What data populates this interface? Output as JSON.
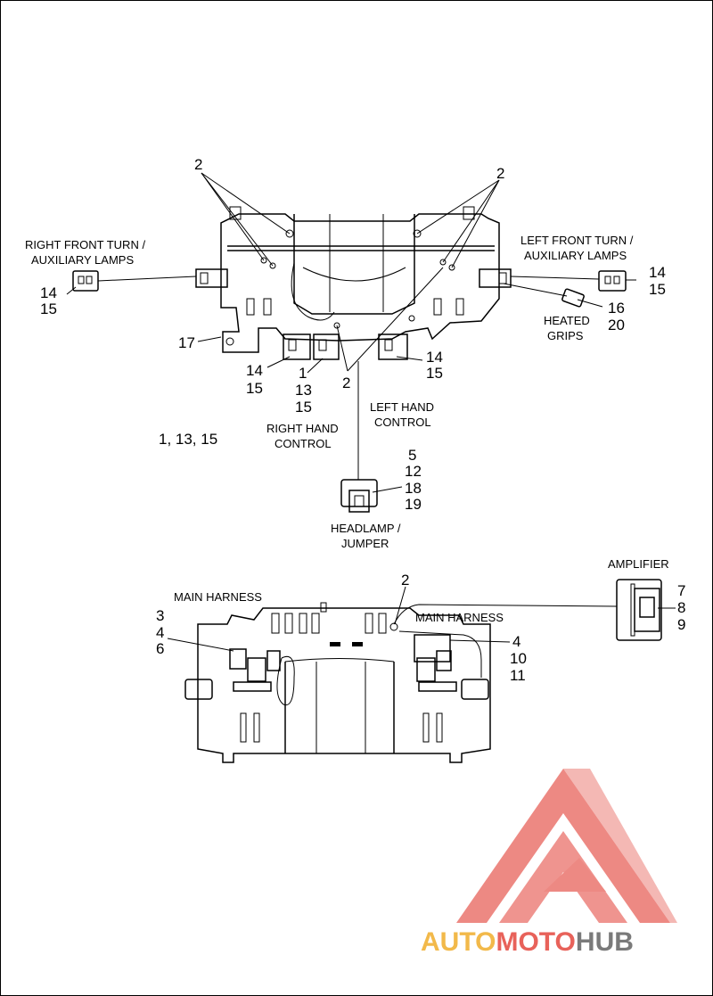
{
  "labels": {
    "right_front_turn": "RIGHT FRONT TURN /",
    "auxiliary_lamps_r": "AUXILIARY LAMPS",
    "left_front_turn": "LEFT FRONT TURN /",
    "auxiliary_lamps_l": "AUXILIARY LAMPS",
    "heated": "HEATED",
    "grips": "GRIPS",
    "left_hand": "LEFT HAND",
    "control_l": "CONTROL",
    "right_hand": "RIGHT HAND",
    "control_r": "CONTROL",
    "headlamp": "HEADLAMP /",
    "jumper": "JUMPER",
    "amplifier": "AMPLIFIER",
    "main_harness_1": "MAIN HARNESS",
    "main_harness_2": "MAIN HARNESS"
  },
  "callouts": {
    "top_2_left": "2",
    "top_2_right": "2",
    "n14_left": "14",
    "n15_left": "15",
    "n14_right": "14",
    "n15_right": "15",
    "n16": "16",
    "n20": "20",
    "n17": "17",
    "n14_rhc": "14",
    "n15_rhc": "15",
    "n1": "1",
    "n13": "13",
    "n15_mid": "15",
    "n2_mid": "2",
    "n14_lhc": "14",
    "n15_lhc": "15",
    "group_1_13_15": "1, 13, 15",
    "n5": "5",
    "n12": "12",
    "n18": "18",
    "n19": "19",
    "n2_lower": "2",
    "n3": "3",
    "n4_left": "4",
    "n6": "6",
    "n4_right": "4",
    "n10": "10",
    "n11": "11",
    "n7": "7",
    "n8": "8",
    "n9": "9"
  },
  "watermark": {
    "part1": "AUTO",
    "part2": "MOTO",
    "part3": "HUB",
    "color_red": "#e8625a",
    "color_orange": "#f2b94a",
    "color_gray": "#7a7a7a"
  }
}
